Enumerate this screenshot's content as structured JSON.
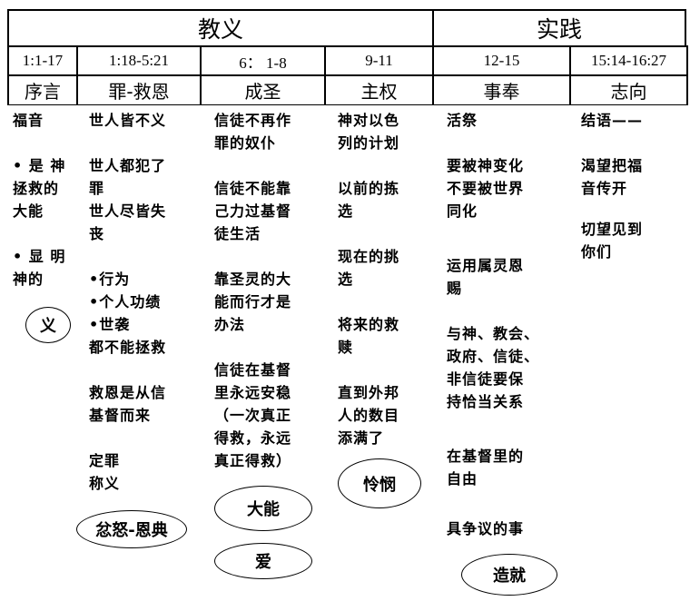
{
  "sections": [
    {
      "label": "教义"
    },
    {
      "label": "实践"
    }
  ],
  "columns": [
    {
      "ref": "1:1-17",
      "heading": "序言",
      "blocks": [
        [
          "福音"
        ],
        [
          "• 是 神",
          "拯救的",
          "大能"
        ],
        [
          "• 显 明",
          "神的"
        ]
      ],
      "badge": "义"
    },
    {
      "ref": "1:18-5:21",
      "heading": "罪-救恩",
      "blocks": [
        [
          "世人皆不义"
        ],
        [
          "世人都犯了",
          "罪",
          "世人尽皆失",
          "丧"
        ],
        [
          "•行为",
          "•个人功绩",
          "•世袭",
          "都不能拯救"
        ],
        [
          "救恩是从信",
          "基督而来"
        ],
        [
          "定罪",
          "称义"
        ]
      ],
      "badge": "忿怒-恩典"
    },
    {
      "ref": "6：  1-8",
      "heading": "成圣",
      "blocks": [
        [
          "信徒不再作",
          "罪的奴仆"
        ],
        [
          "信徒不能靠",
          "己力过基督",
          "徒生活"
        ],
        [
          "靠圣灵的大",
          "能而行才是",
          "办法"
        ],
        [
          "信徒在基督",
          "里永远安稳",
          "（一次真正",
          "得救，永远",
          "真正得救）"
        ]
      ],
      "badge": "大能",
      "badge2": "爱"
    },
    {
      "ref": "9-11",
      "heading": "主权",
      "blocks": [
        [
          "神对以色",
          "列的计划"
        ],
        [
          "以前的拣",
          "选"
        ],
        [
          "现在的挑",
          "选"
        ],
        [
          "将来的救",
          "赎"
        ],
        [
          "直到外邦",
          "人的数目",
          "添满了"
        ]
      ],
      "badge": "怜悯"
    },
    {
      "ref": "12-15",
      "heading": "事奉",
      "blocks": [
        [
          "活祭"
        ],
        [
          "要被神变化",
          "不要被世界",
          "同化"
        ],
        [
          "运用属灵恩",
          "赐"
        ],
        [
          "与神、教会、",
          "政府、信徒、",
          "非信徒要保",
          "持恰当关系"
        ],
        [
          "在基督里的",
          "自由"
        ],
        [
          "具争议的事"
        ]
      ],
      "badge": "造就"
    },
    {
      "ref": "15:14-16:27",
      "heading": "志向",
      "blocks": [
        [
          "结语——"
        ],
        [
          "渴望把福",
          "音传开"
        ],
        [
          "切望见到",
          "你们"
        ]
      ]
    }
  ]
}
